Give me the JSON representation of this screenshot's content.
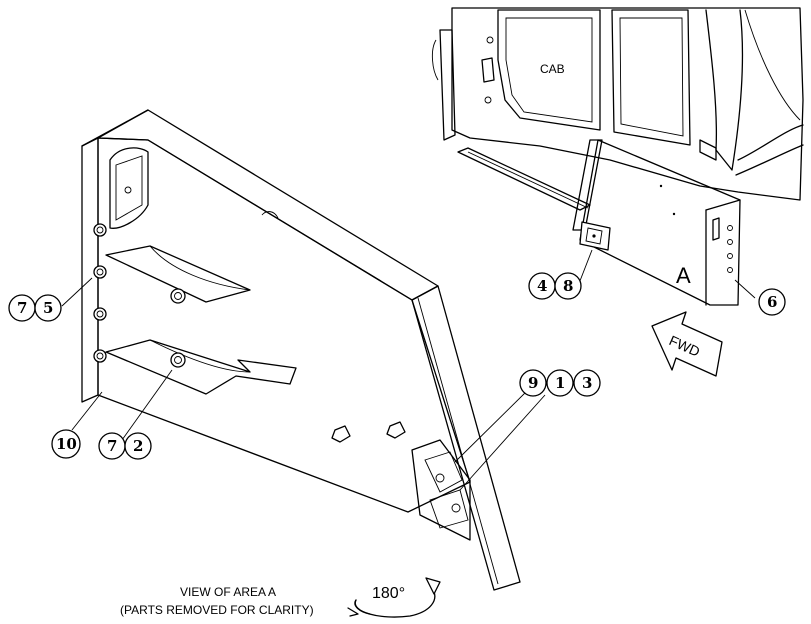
{
  "labels": {
    "cab": "CAB",
    "area": "A",
    "fwd": "FWD",
    "view_line1": "VIEW OF AREA A",
    "view_line2": "(PARTS REMOVED FOR CLARITY)",
    "rotation": "180°"
  },
  "callouts": {
    "c75_a": "7",
    "c75_b": "5",
    "c10": "10",
    "c72_a": "7",
    "c72_b": "2",
    "c48_a": "4",
    "c48_b": "8",
    "c6": "6",
    "c913_a": "9",
    "c913_b": "1",
    "c913_c": "3"
  }
}
